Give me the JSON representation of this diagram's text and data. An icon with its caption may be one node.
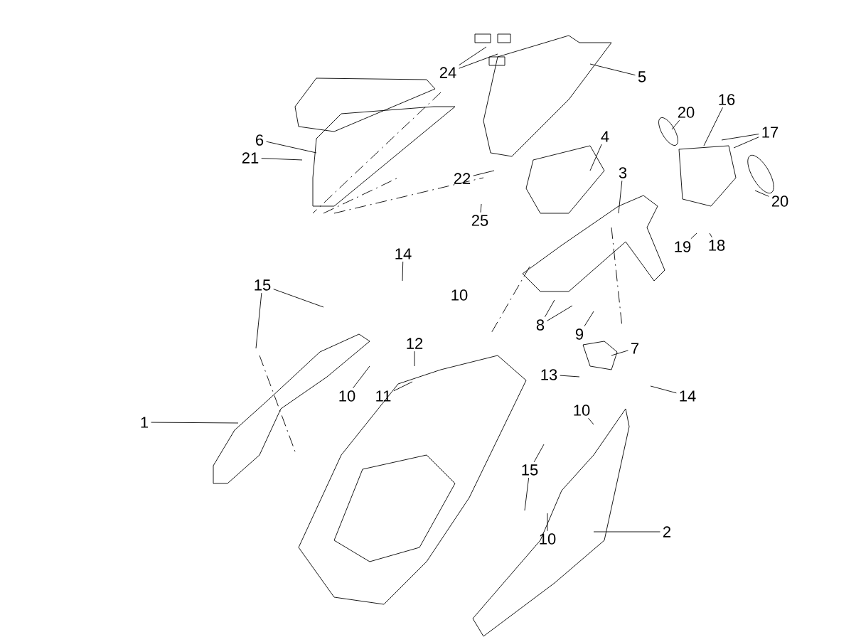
{
  "diagram": {
    "nodes": [
      {
        "text": [
          "24"
        ]
      },
      {
        "text": [
          "5"
        ]
      },
      {
        "text": [
          "16"
        ]
      },
      {
        "text": [
          "20"
        ]
      },
      {
        "text": [
          "17"
        ]
      },
      {
        "text": [
          "4"
        ]
      },
      {
        "text": [
          "6"
        ]
      },
      {
        "text": [
          "21"
        ]
      },
      {
        "text": [
          "3"
        ]
      },
      {
        "text": [
          "22"
        ]
      },
      {
        "text": [
          "20"
        ]
      },
      {
        "text": [
          "25"
        ]
      },
      {
        "text": [
          "19"
        ]
      },
      {
        "text": [
          "18"
        ]
      },
      {
        "text": [
          "14"
        ]
      },
      {
        "text": [
          "15"
        ]
      },
      {
        "text": [
          "10"
        ]
      },
      {
        "text": [
          "8"
        ]
      },
      {
        "text": [
          "9"
        ]
      },
      {
        "text": [
          "12"
        ]
      },
      {
        "text": [
          "7"
        ]
      },
      {
        "text": [
          "13"
        ]
      },
      {
        "text": [
          "11"
        ]
      },
      {
        "text": [
          "10"
        ]
      },
      {
        "text": [
          "14"
        ]
      },
      {
        "text": [
          "10"
        ]
      },
      {
        "text": [
          "1"
        ]
      },
      {
        "text": [
          "15"
        ]
      },
      {
        "text": [
          "10"
        ]
      },
      {
        "text": [
          "2"
        ]
      }
    ],
    "edges": [
      {
        "from": 0,
        "to": null,
        "arrow": "none"
      },
      {
        "from": 0,
        "to": null,
        "arrow": "none"
      },
      {
        "from": 1,
        "to": null,
        "arrow": "none"
      },
      {
        "from": 2,
        "to": null,
        "arrow": "none"
      },
      {
        "from": 3,
        "to": null,
        "arrow": "none"
      },
      {
        "from": 4,
        "to": null,
        "arrow": "none"
      },
      {
        "from": 4,
        "to": null,
        "arrow": "none"
      },
      {
        "from": 5,
        "to": null,
        "arrow": "none"
      },
      {
        "from": 6,
        "to": null,
        "arrow": "none"
      },
      {
        "from": 7,
        "to": null,
        "arrow": "none"
      },
      {
        "from": 8,
        "to": null,
        "arrow": "none"
      },
      {
        "from": 9,
        "to": null,
        "arrow": "none"
      },
      {
        "from": 10,
        "to": null,
        "arrow": "none"
      },
      {
        "from": 11,
        "to": null,
        "arrow": "none"
      },
      {
        "from": 12,
        "to": null,
        "arrow": "none"
      },
      {
        "from": 13,
        "to": null,
        "arrow": "none"
      },
      {
        "from": 14,
        "to": null,
        "arrow": "none"
      },
      {
        "from": 15,
        "to": null,
        "arrow": "none"
      },
      {
        "from": 15,
        "to": null,
        "arrow": "none"
      },
      {
        "from": 17,
        "to": null,
        "arrow": "none"
      },
      {
        "from": 17,
        "to": null,
        "arrow": "none"
      },
      {
        "from": 18,
        "to": null,
        "arrow": "none"
      },
      {
        "from": 19,
        "to": null,
        "arrow": "none"
      },
      {
        "from": 20,
        "to": null,
        "arrow": "none"
      },
      {
        "from": 21,
        "to": null,
        "arrow": "none"
      },
      {
        "from": 22,
        "to": null,
        "arrow": "none"
      },
      {
        "from": 23,
        "to": null,
        "arrow": "none"
      },
      {
        "from": 24,
        "to": null,
        "arrow": "none"
      },
      {
        "from": 25,
        "to": null,
        "arrow": "none"
      },
      {
        "from": 26,
        "to": null,
        "arrow": "none"
      },
      {
        "from": 27,
        "to": null,
        "arrow": "none"
      },
      {
        "from": 27,
        "to": null,
        "arrow": "none"
      },
      {
        "from": 28,
        "to": null,
        "arrow": "none"
      },
      {
        "from": 29,
        "to": null,
        "arrow": "none"
      }
    ]
  }
}
